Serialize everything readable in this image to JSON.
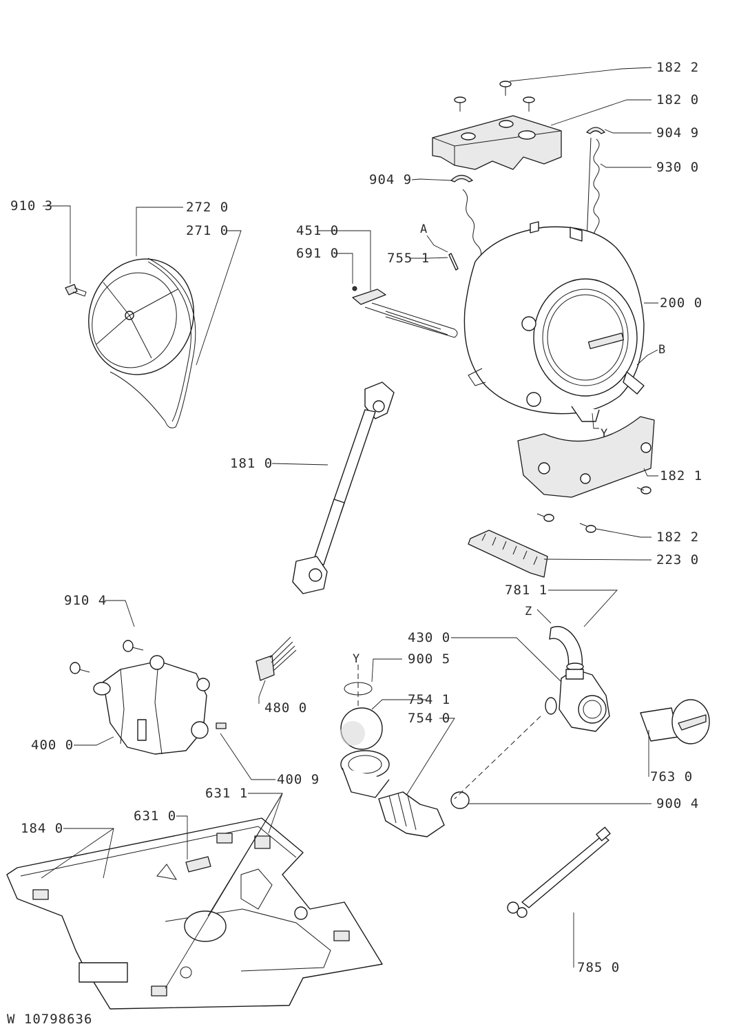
{
  "doc_id": "W 10798636",
  "callouts": {
    "c1822a": "182 2",
    "c1820": "182 0",
    "c9049a": "904 9",
    "c9300": "930 0",
    "c9049b": "904 9",
    "c9103": "910 3",
    "c2720": "272 0",
    "c2710": "271 0",
    "c4510": "451 0",
    "c6910": "691 0",
    "c7551": "755 1",
    "c2000": "200 0",
    "c1810": "181 0",
    "c1821": "182 1",
    "c1822b": "182 2",
    "c2230": "223 0",
    "c7811": "781 1",
    "c9104": "910 4",
    "c4300": "430 0",
    "c9005": "900 5",
    "c4800": "480 0",
    "c7541": "754 1",
    "c7540": "754 0",
    "c4000": "400 0",
    "c7630": "763 0",
    "c4009": "400 9",
    "c9004": "900 4",
    "c6311": "631 1",
    "c6310": "631 0",
    "c1840": "184 0",
    "c7850": "785 0"
  },
  "refs": {
    "A": "A",
    "B": "B",
    "Y_top": "Y",
    "Y_bottom": "Y",
    "Z": "Z"
  }
}
